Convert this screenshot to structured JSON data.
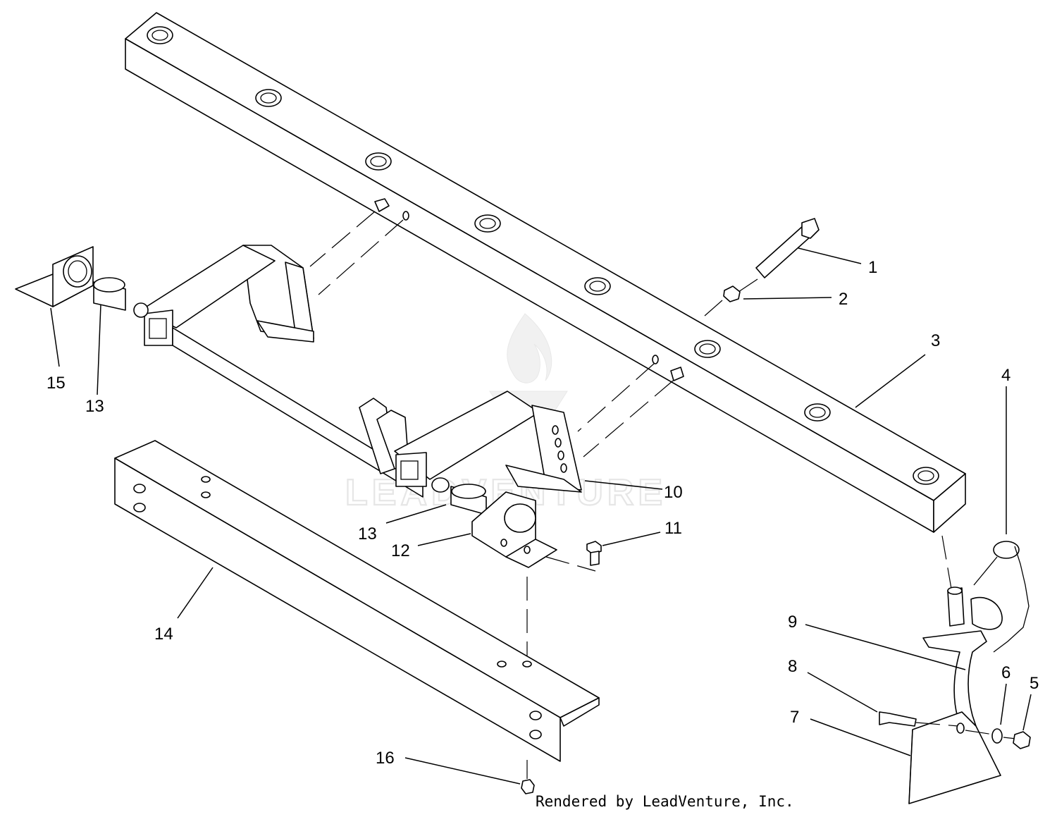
{
  "watermark": {
    "text": "LEADVENTURE"
  },
  "credit": "Rendered by LeadVenture, Inc.",
  "callouts": [
    {
      "id": "c1",
      "label": "1"
    },
    {
      "id": "c2",
      "label": "2"
    },
    {
      "id": "c3",
      "label": "3"
    },
    {
      "id": "c4",
      "label": "4"
    },
    {
      "id": "c5",
      "label": "5"
    },
    {
      "id": "c6",
      "label": "6"
    },
    {
      "id": "c7",
      "label": "7"
    },
    {
      "id": "c8",
      "label": "8"
    },
    {
      "id": "c9",
      "label": "9"
    },
    {
      "id": "c10",
      "label": "10"
    },
    {
      "id": "c11",
      "label": "11"
    },
    {
      "id": "c12",
      "label": "12"
    },
    {
      "id": "c13a",
      "label": "13"
    },
    {
      "id": "c13b",
      "label": "13"
    },
    {
      "id": "c14",
      "label": "14"
    },
    {
      "id": "c15",
      "label": "15"
    },
    {
      "id": "c16",
      "label": "16"
    }
  ]
}
